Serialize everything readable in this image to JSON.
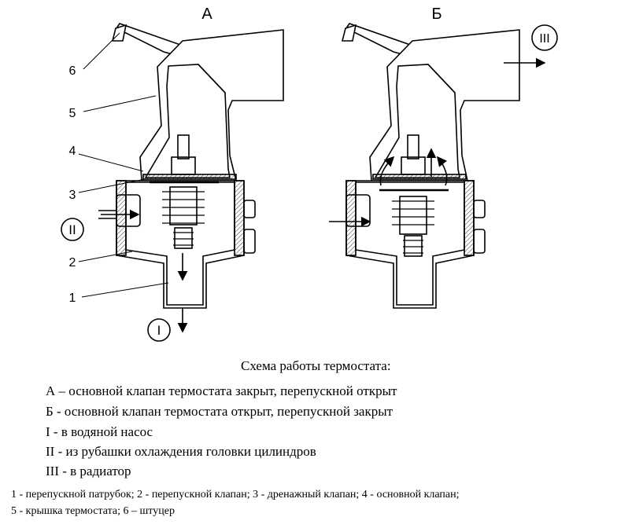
{
  "diagram": {
    "panel_a": {
      "label": "А"
    },
    "panel_b": {
      "label": "Б"
    },
    "part_numbers": [
      "6",
      "5",
      "4",
      "3",
      "2",
      "1"
    ],
    "flow_markers": {
      "in_pump": "I",
      "from_jacket": "II",
      "to_radiator": "III"
    }
  },
  "caption": {
    "title": "Схема работы термостата:",
    "lines": [
      "А – основной клапан термостата закрыт, перепускной открыт",
      "Б - основной клапан термостата открыт, перепускной закрыт",
      "I - в водяной насос",
      "II - из рубашки охлаждения головки цилиндров",
      "III - в радиатор"
    ],
    "parts_line_1": "1 - перепускной патрубок; 2 - перепускной клапан; 3 - дренажный клапан; 4 - основной клапан;",
    "parts_line_2": "5 - крышка термостата; 6 – штуцер"
  }
}
